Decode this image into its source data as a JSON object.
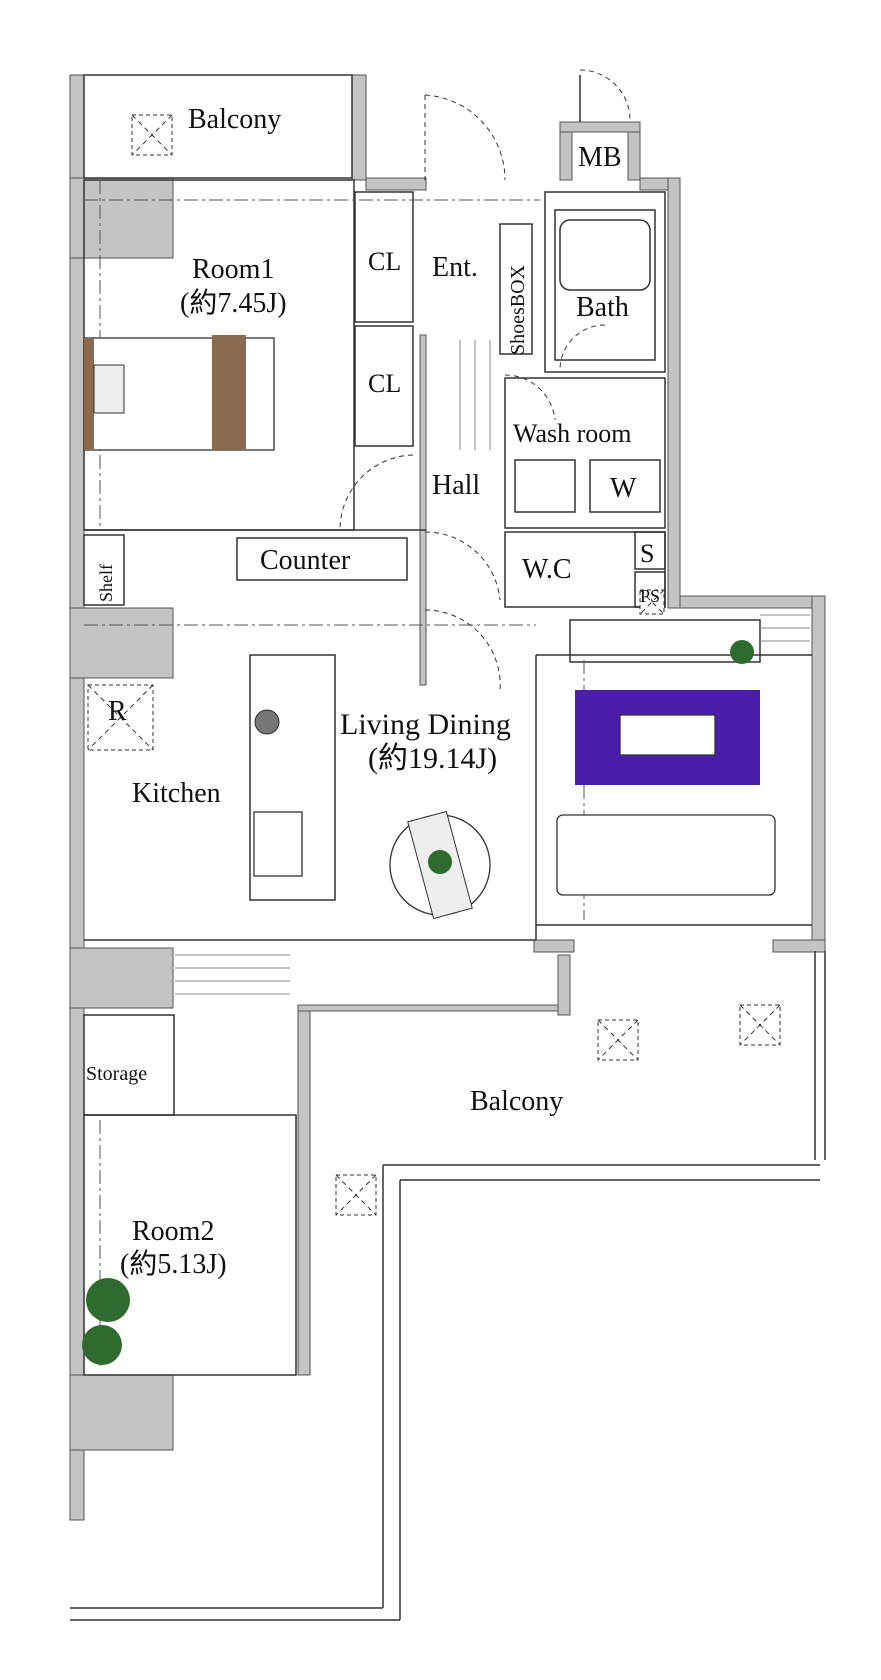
{
  "rooms": {
    "balcony_top": "Balcony",
    "mb": "MB",
    "room1": "Room1",
    "room1_size": "(約7.45J)",
    "cl1": "CL",
    "cl2": "CL",
    "ent": "Ent.",
    "shoes_box": "ShoesBOX",
    "bath": "Bath",
    "wash_room": "Wash room",
    "w": "W",
    "hall": "Hall",
    "wc": "W.C",
    "s": "S",
    "ps": "PS",
    "shelf": "Shelf",
    "counter": "Counter",
    "r": "R",
    "kitchen": "Kitchen",
    "living_dining": "Living Dining",
    "living_dining_size": "(約19.14J)",
    "storage": "Storage",
    "balcony_bottom": "Balcony",
    "room2": "Room2",
    "room2_size": "(約5.13J)"
  },
  "colors": {
    "wall": "#c4c4c4",
    "rug": "#4a1ea8",
    "plant": "#2f6b2f",
    "bed_headboard": "#8b6a4f"
  }
}
